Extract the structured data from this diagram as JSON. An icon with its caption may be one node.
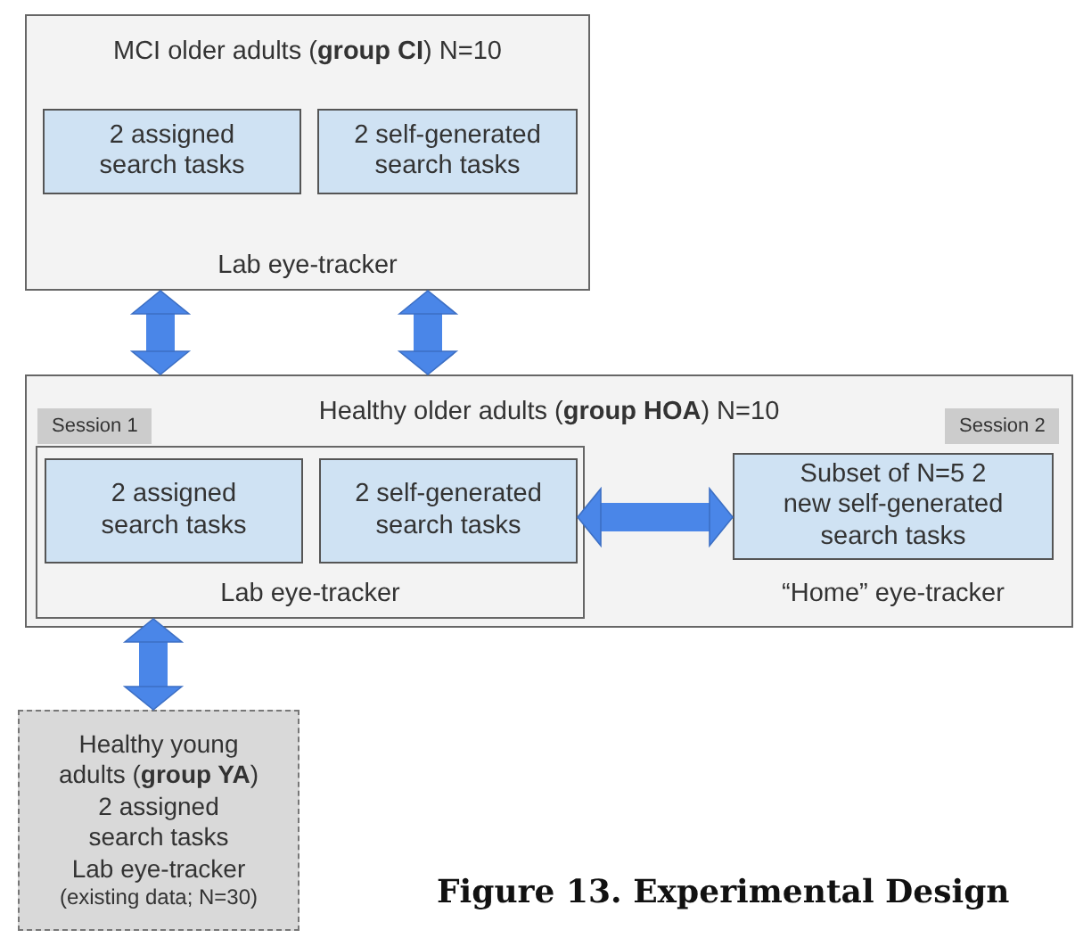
{
  "diagram": {
    "caption": "Figure 13. Experimental Design",
    "nodes": [
      {
        "text": [
          "MCI older adults (**group CI**) N=10",
          "Lab eye-tracker"
        ]
      },
      {
        "text": [
          "2 assigned search tasks"
        ],
        "in": 0
      },
      {
        "text": [
          "2 self-generated search tasks"
        ],
        "in": 0
      },
      {
        "text": [
          "Healthy older adults (**group HOA**) N=10"
        ]
      },
      {
        "text": [
          "Session 1",
          "Lab eye-tracker"
        ],
        "in": 3
      },
      {
        "text": [
          "2 assigned search tasks"
        ],
        "in": 4
      },
      {
        "text": [
          "2 self-generated search tasks"
        ],
        "in": 4
      },
      {
        "text": [
          "Subset of N=5 2 new self-generated search tasks"
        ],
        "in": 3,
        "beside": [
          "“Home” eye-tracker"
        ]
      },
      {
        "text": [
          "Healthy young adults (**group YA**)",
          "2 assigned search tasks",
          "Lab eye-tracker",
          "(existing data; N=30)"
        ]
      }
    ],
    "edges": [
      {
        "from": 0,
        "to": 3,
        "arrow": "both"
      },
      {
        "from": 0,
        "to": 3,
        "arrow": "both"
      },
      {
        "from": 6,
        "to": 7,
        "arrow": "both"
      },
      {
        "from": 4,
        "to": 8,
        "arrow": "both"
      }
    ],
    "labels": [
      "Session 2"
    ]
  }
}
